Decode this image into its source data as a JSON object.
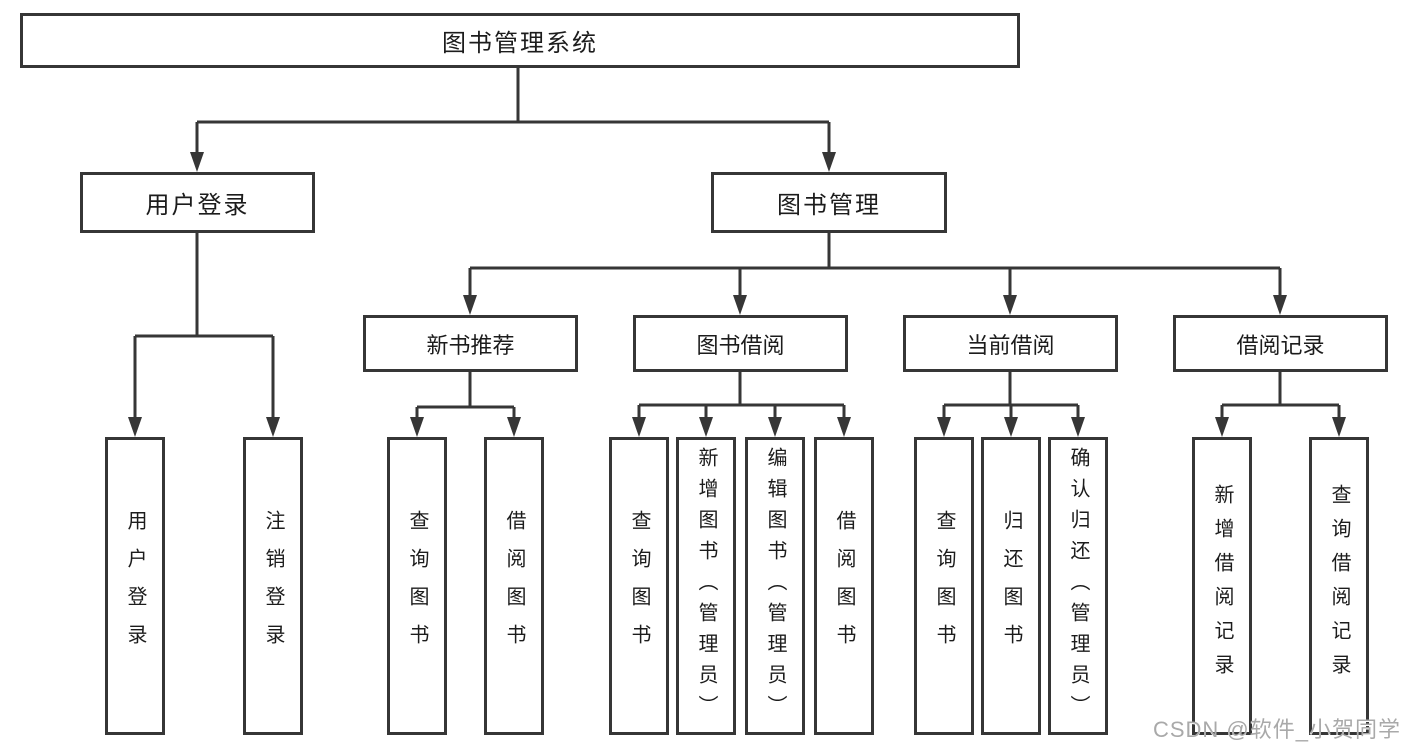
{
  "tree": {
    "root": {
      "label": "图书管理系统",
      "children": [
        {
          "label": "用户登录",
          "children": [
            {
              "label": "用户登录"
            },
            {
              "label": "注销登录"
            }
          ]
        },
        {
          "label": "图书管理",
          "children": [
            {
              "label": "新书推荐",
              "children": [
                {
                  "label": "查询图书"
                },
                {
                  "label": "借阅图书"
                }
              ]
            },
            {
              "label": "图书借阅",
              "children": [
                {
                  "label": "查询图书"
                },
                {
                  "label": "新增图书（管理员）"
                },
                {
                  "label": "编辑图书（管理员）"
                },
                {
                  "label": "借阅图书"
                }
              ]
            },
            {
              "label": "当前借阅",
              "children": [
                {
                  "label": "查询图书"
                },
                {
                  "label": "归还图书"
                },
                {
                  "label": "确认归还（管理员）"
                }
              ]
            },
            {
              "label": "借阅记录",
              "children": [
                {
                  "label": "新增借阅记录"
                },
                {
                  "label": "查询借阅记录"
                }
              ]
            }
          ]
        }
      ]
    }
  },
  "watermark": {
    "text": "CSDN @软件_小贺同学"
  },
  "colors": {
    "line": "#363636",
    "text": "#1c1c1c",
    "watermark": "#a9a9a9",
    "background": "#ffffff"
  }
}
